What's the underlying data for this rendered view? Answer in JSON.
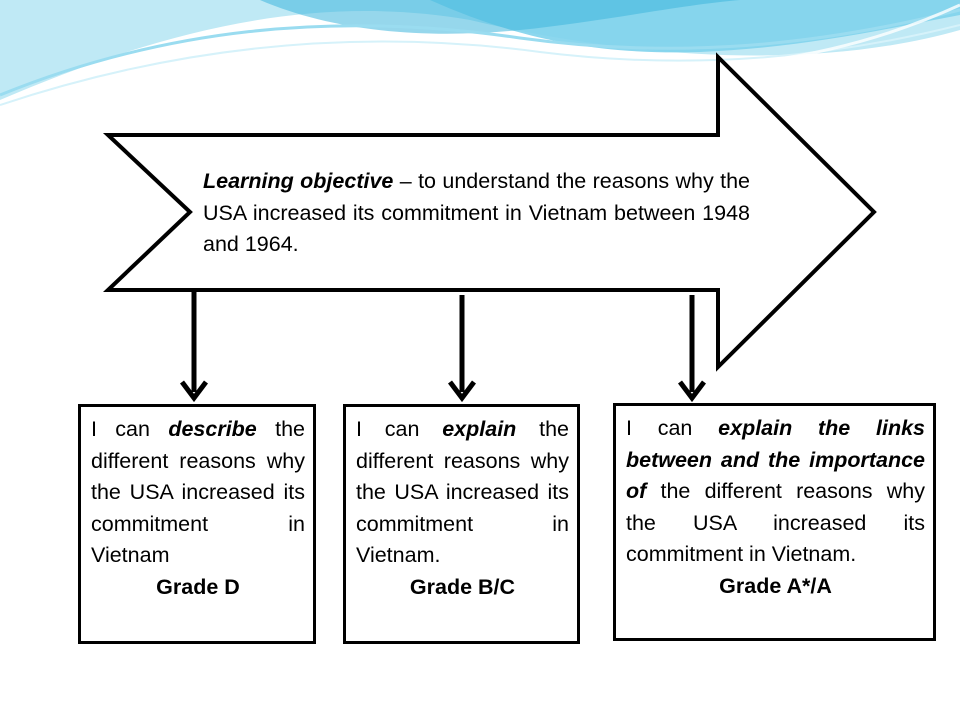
{
  "objective": {
    "lead": "Learning objective",
    "rest": " – to understand the reasons why the USA increased its commitment in Vietnam between 1948 and 1964."
  },
  "boxes": [
    {
      "pre": "I can ",
      "keyword": "describe",
      "post": " the different reasons why the USA increased its commitment in Vietnam",
      "grade": "Grade D"
    },
    {
      "pre": "I can ",
      "keyword": "explain",
      "post": " the different reasons why the USA increased its commitment in Vietnam.",
      "grade": "Grade B/C"
    },
    {
      "pre": "I can ",
      "keyword": "explain the links between and the importance of",
      "post": " the different reasons why the USA increased its commitment in Vietnam.",
      "grade": "Grade A*/A"
    }
  ],
  "colors": {
    "wave_light": "#bfe9f5",
    "wave_mid": "#7fd3ec",
    "wave_dark": "#3fb7dc"
  }
}
